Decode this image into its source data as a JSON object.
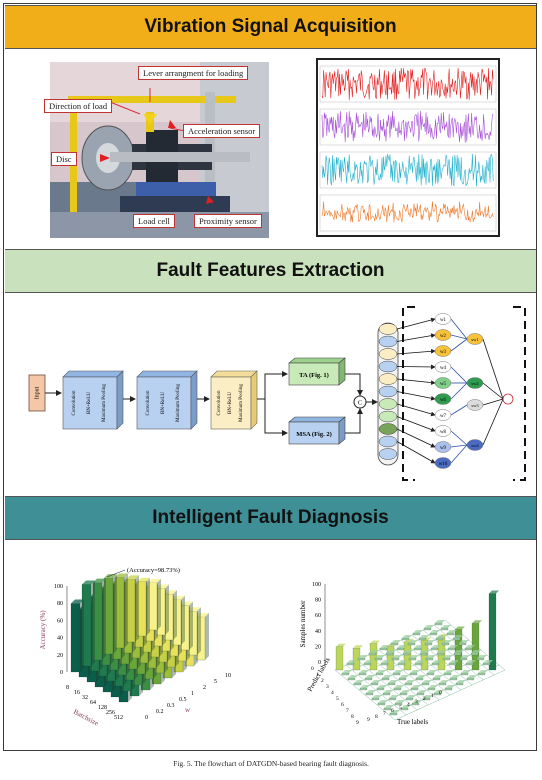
{
  "sections": {
    "acquisition": "Vibration Signal Acquisition",
    "extraction": "Fault  Features Extraction",
    "diagnosis": "Intelligent Fault Diagnosis"
  },
  "photo_labels": {
    "lever": "Lever arrangment for loading",
    "direction": "Direction of load",
    "sensor": "Acceleration sensor",
    "disc": "Disc",
    "load_cell": "Load cell",
    "proximity": "Proximity sensor"
  },
  "signal_colors": [
    "#e01e1e",
    "#a64fd6",
    "#1fb0cc",
    "#ee7a2c"
  ],
  "network": {
    "input": "Input",
    "conv": "Convolution",
    "bn": "BN+ReLU",
    "pool": "Maximum Pooling",
    "ta": "TA (Fig. 1)",
    "msa": "MSA (Fig. 2)",
    "concat_symbol": "C",
    "weights": [
      "w1",
      "w2",
      "w3",
      "w4",
      "w5",
      "w6",
      "w7",
      "w8",
      "w9",
      "w10"
    ],
    "outputs": [
      "sw1",
      "sw2",
      "sw3",
      "sw4"
    ]
  },
  "chart_left": {
    "annotation": "(Accuracy=98.73%)",
    "z_label": "Accuracy (%)",
    "z_ticks": [
      "0",
      "20",
      "40",
      "60",
      "80",
      "100"
    ],
    "batch_label": "Batchsize",
    "batch_ticks": [
      "8",
      "16",
      "32",
      "64",
      "128",
      "256",
      "512"
    ],
    "w_label": "w",
    "w_ticks": [
      "0",
      "0.2",
      "0.3",
      "0.5",
      "1",
      "2",
      "5",
      "10"
    ]
  },
  "chart_right": {
    "z_label": "Samples number",
    "z_ticks": [
      "0",
      "20",
      "40",
      "60",
      "80",
      "100"
    ],
    "x_label": "True labels",
    "y_label": "Predict labels",
    "x_ticks": [
      "9",
      "8",
      "7",
      "6",
      "5",
      "4",
      "3",
      "2",
      "1",
      "0"
    ],
    "y_ticks": [
      "0",
      "1",
      "2",
      "3",
      "4",
      "5",
      "6",
      "7",
      "8",
      "9"
    ]
  },
  "caption": "Fig. 5. The flowchart of DATGDN-based bearing fault diagnosis."
}
